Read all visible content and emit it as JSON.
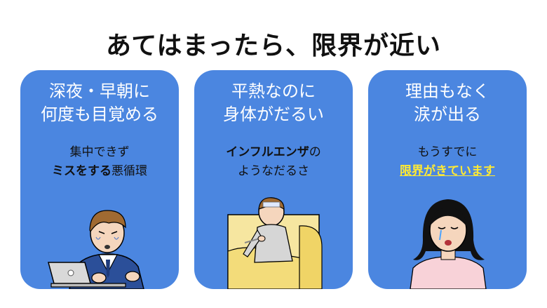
{
  "title": "あてはまったら、限界が近い",
  "cards": [
    {
      "heading_line1": "深夜・早朝に",
      "heading_line2": "何度も目覚める",
      "sub_line1": "集中できず",
      "sub_line2_bold": "ミスをする",
      "sub_line2_rest": "悪循環"
    },
    {
      "heading_line1": "平熱なのに",
      "heading_line2": "身体がだるい",
      "sub_line1_bold": "インフルエンザ",
      "sub_line1_rest": "の",
      "sub_line2": "ようなだるさ"
    },
    {
      "heading_line1": "理由もなく",
      "heading_line2": "涙が出る",
      "sub_line1": "もうすでに",
      "sub_line2_highlight": "限界がきています"
    }
  ],
  "colors": {
    "card": "#4b86e0",
    "highlight": "#ffea33"
  }
}
